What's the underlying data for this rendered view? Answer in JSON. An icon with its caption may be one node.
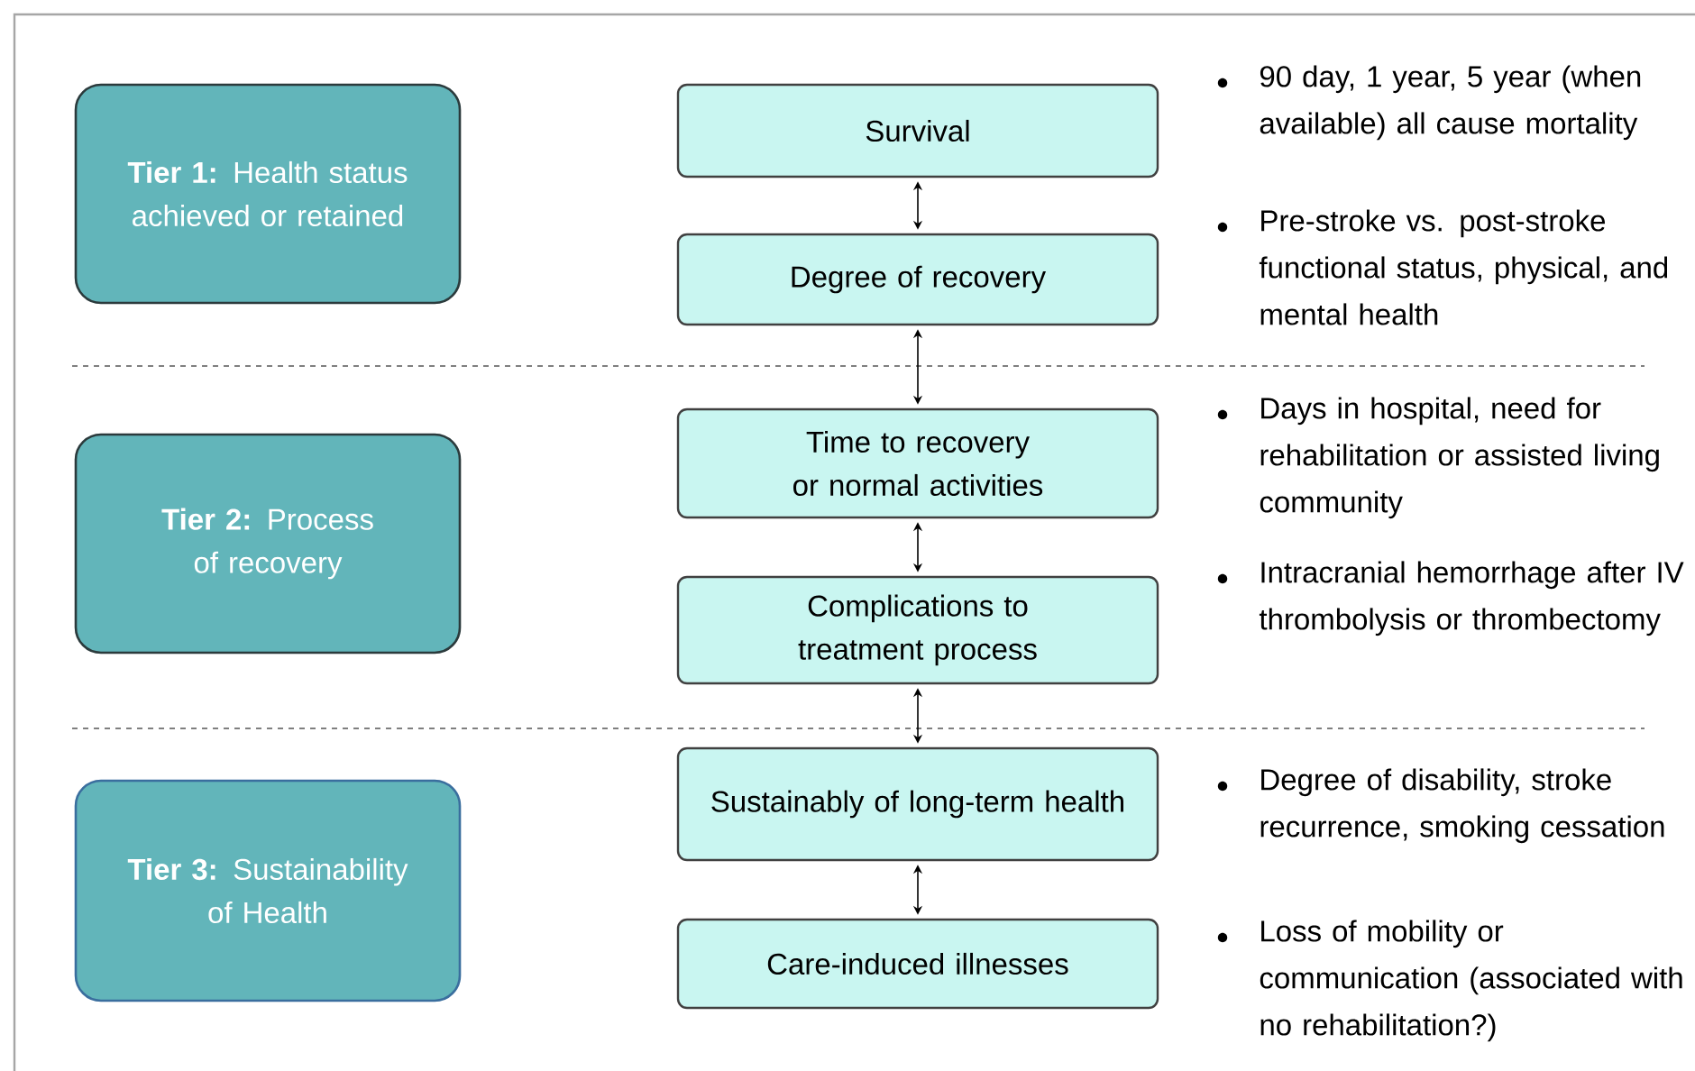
{
  "diagram": {
    "nodes": [
      {
        "text": [
          "**Tier 1:** Health status achieved or retained"
        ]
      },
      {
        "text": [
          "**Tier 2:** Process of recovery"
        ]
      },
      {
        "text": [
          "**Tier 3:** Sustainability of Health"
        ]
      },
      {
        "text": [
          "Survival"
        ]
      },
      {
        "text": [
          "Degree of recovery"
        ]
      },
      {
        "text": [
          "Time to recovery or normal activities"
        ]
      },
      {
        "text": [
          "Complications to treatment process"
        ]
      },
      {
        "text": [
          "Sustainably of long-term health"
        ]
      },
      {
        "text": [
          "Care-induced illnesses"
        ]
      }
    ],
    "edges": [
      {
        "from": 3,
        "to": 4,
        "arrow": "both"
      },
      {
        "from": 4,
        "to": 5,
        "arrow": "both"
      },
      {
        "from": 5,
        "to": 6,
        "arrow": "both"
      },
      {
        "from": 6,
        "to": 7,
        "arrow": "both"
      },
      {
        "from": 7,
        "to": 8,
        "arrow": "both"
      }
    ],
    "labels": [
      "90 day, 1 year, 5 year (when available)  all cause mortality",
      "Pre-stroke vs. post-stroke functional status, physical, and mental health",
      "Days in hospital, need for rehabilitation or assisted living community",
      "Intracranial hemorrhage after IV thrombolysis or thrombectomy",
      "Degree of disability, stroke recurrence, smoking cessation",
      "Loss of mobility or communication (associated with no rehabilitation?)"
    ]
  }
}
